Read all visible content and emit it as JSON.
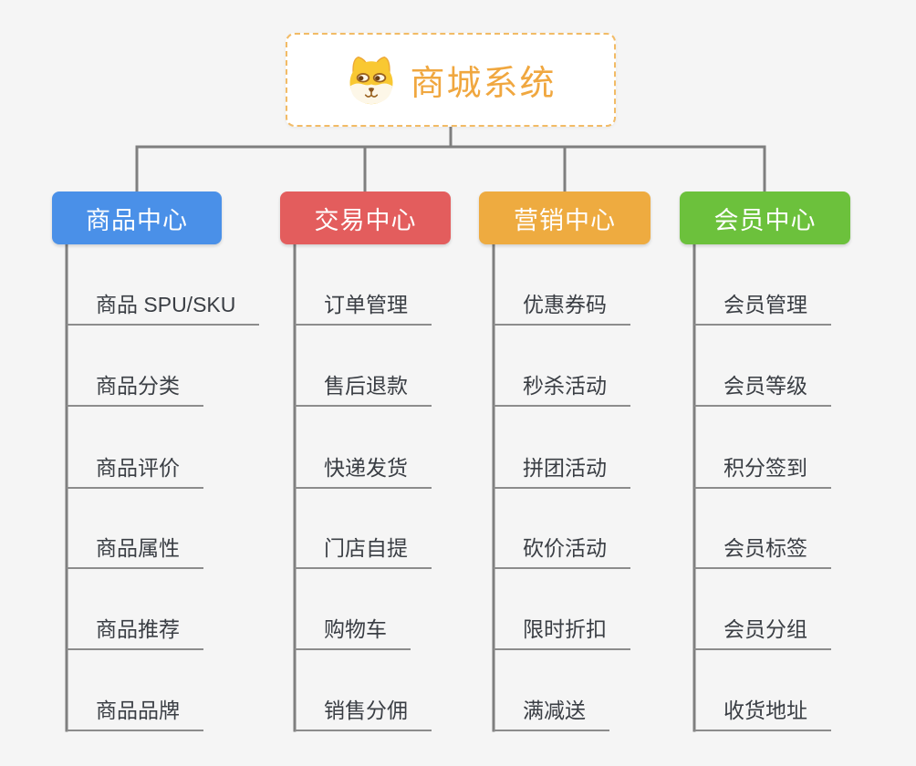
{
  "root": {
    "title": "商城系统",
    "icon": "dog-face-icon",
    "title_color": "#f0a73f",
    "border_color": "#f2bb66"
  },
  "colors": {
    "background": "#f5f5f5",
    "connector": "#7f7f7f",
    "leaf_underline": "#8c8c8c",
    "leaf_text": "#3a3e44",
    "branch_text": "#ffffff"
  },
  "branches": [
    {
      "id": "product-center",
      "label": "商品中心",
      "color": "#4a90e8",
      "children": [
        "商品 SPU/SKU",
        "商品分类",
        "商品评价",
        "商品属性",
        "商品推荐",
        "商品品牌"
      ]
    },
    {
      "id": "trade-center",
      "label": "交易中心",
      "color": "#e35d5d",
      "children": [
        "订单管理",
        "售后退款",
        "快递发货",
        "门店自提",
        "购物车",
        "销售分佣"
      ]
    },
    {
      "id": "marketing-center",
      "label": "营销中心",
      "color": "#eeab40",
      "children": [
        "优惠券码",
        "秒杀活动",
        "拼团活动",
        "砍价活动",
        "限时折扣",
        "满减送"
      ]
    },
    {
      "id": "member-center",
      "label": "会员中心",
      "color": "#6cc13c",
      "children": [
        "会员管理",
        "会员等级",
        "积分签到",
        "会员标签",
        "会员分组",
        "收货地址"
      ]
    }
  ]
}
